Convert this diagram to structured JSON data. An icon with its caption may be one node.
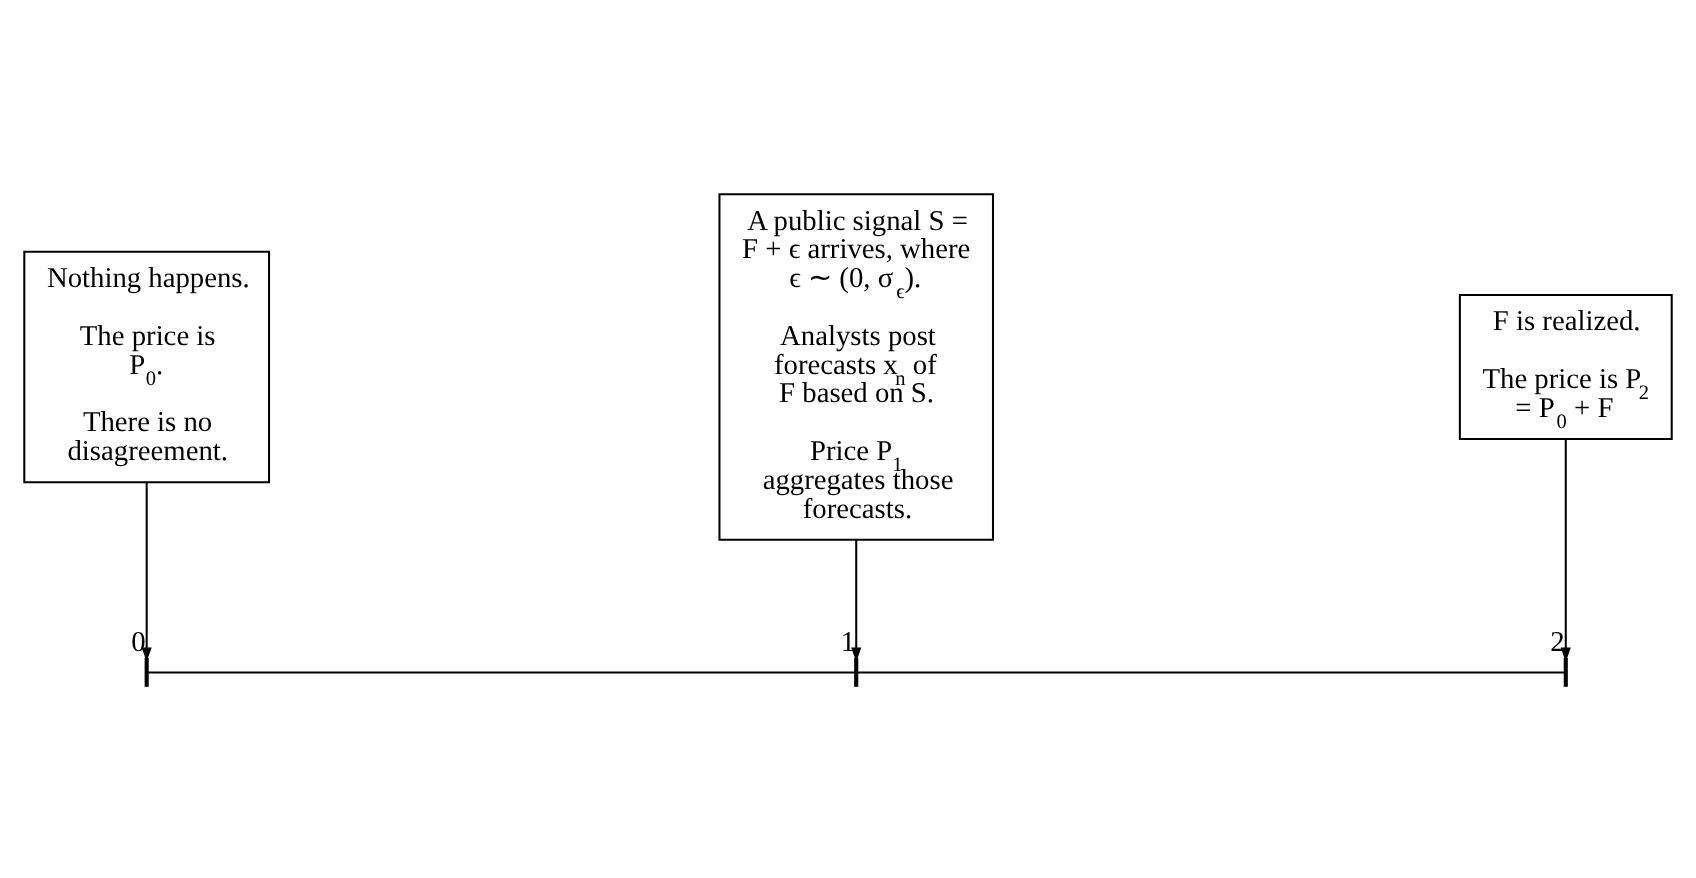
{
  "diagram": {
    "nodes": [
      {
        "text": [
          "Nothing happens.",
          "The price is P$_{0}$.",
          "There is no disagreement."
        ]
      },
      {
        "text": [
          "A public signal S = F + ϵ arrives, where ϵ ∼ (0, σ$_{ϵ}$).",
          "Analysts post forecasts x$_{n}$ of F based on S.",
          "Price P$_{1}$ aggregates those forecasts."
        ]
      },
      {
        "text": [
          "F is realized.",
          "The price is P$_{2}$ = P$_{0}$ + F"
        ]
      },
      {
        "text": [],
        "shape": "bar",
        "beside": [
          "0"
        ]
      },
      {
        "text": [],
        "shape": "bar",
        "beside": [
          "1"
        ]
      },
      {
        "text": [],
        "shape": "bar",
        "beside": [
          "2"
        ]
      }
    ],
    "edges": [
      {
        "from": 0,
        "to": 3,
        "arrow": "to"
      },
      {
        "from": 1,
        "to": 4,
        "arrow": "to"
      },
      {
        "from": 2,
        "to": 5,
        "arrow": "to"
      },
      {
        "from": 3,
        "to": 4,
        "arrow": "none"
      },
      {
        "from": 4,
        "to": 5,
        "arrow": "none"
      }
    ]
  }
}
